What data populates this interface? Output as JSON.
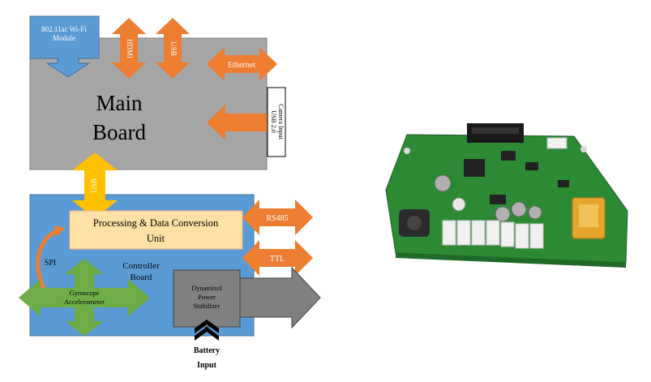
{
  "diagram": {
    "wifi_module": {
      "line1": "802.11ac Wi-Fi",
      "line2": "Module"
    },
    "hdmi": "HDMI",
    "usb_top": "USB",
    "ethernet": "Ethernet",
    "main_board": {
      "line1": "Main",
      "line2": "Board"
    },
    "camera": {
      "line1": "USB 2.0",
      "line2": "Camera Input"
    },
    "usb_link": "USB",
    "processing": {
      "line1": "Processing & Data Conversion",
      "line2": "Unit"
    },
    "rs485": "RS485",
    "ttl": "TTL",
    "spi": "SPI",
    "controller": {
      "line1": "Controller",
      "line2": "Board"
    },
    "gyro": {
      "line1": "Gyroscope",
      "line2": "Accelerometer"
    },
    "stabilizer": {
      "line1": "Dynamixel",
      "line2": "Power",
      "line3": "Stabilizer"
    },
    "battery": {
      "line1": "Battery",
      "line2": "Input"
    }
  },
  "colors": {
    "main_board": "#a6a6a6",
    "controller_board": "#5b9bd5",
    "wifi_module": "#5b9bd5",
    "orange_arrow": "#ed7d31",
    "usb_arrow": "#ffc000",
    "processing_unit": "#ffe0a6",
    "gyro_arrow": "#70ad47",
    "stabilizer": "#808080",
    "pcb_green": "#2c8a35"
  },
  "photo": {
    "subject": "controller-board-pcb-photo"
  }
}
